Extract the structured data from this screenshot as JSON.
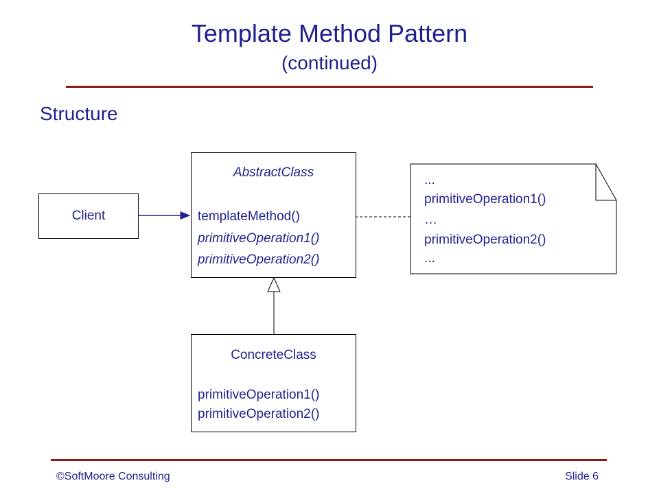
{
  "slide": {
    "title": "Template Method Pattern",
    "subtitle": "(continued)",
    "section_heading": "Structure"
  },
  "diagram": {
    "client": {
      "name": "Client"
    },
    "abstract_class": {
      "name": "AbstractClass",
      "operations": [
        "templateMethod()",
        "primitiveOperation1()",
        "primitiveOperation2()"
      ]
    },
    "concrete_class": {
      "name": "ConcreteClass",
      "operations": [
        "primitiveOperation1()",
        "primitiveOperation2()"
      ]
    },
    "note": {
      "lines": [
        "...",
        "primitiveOperation1()",
        "…",
        "primitiveOperation2()",
        "..."
      ]
    }
  },
  "footer": {
    "copyright": "©SoftMoore Consulting",
    "slide_number": "Slide 6"
  },
  "colors": {
    "title_text": "#1f1f8f",
    "rule": "#8b1a1a"
  }
}
